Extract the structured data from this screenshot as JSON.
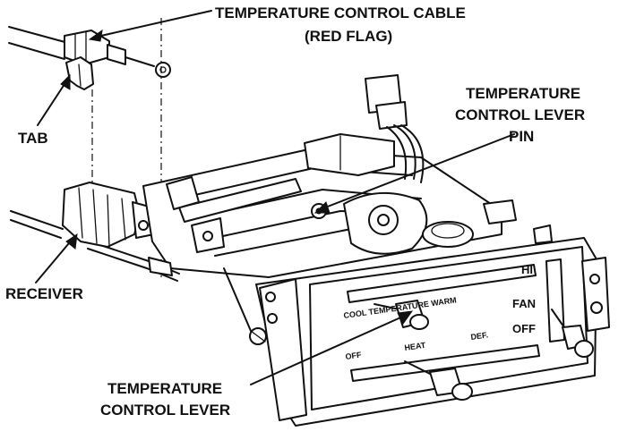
{
  "labels": {
    "cable_line1": "TEMPERATURE CONTROL CABLE",
    "cable_line2": "(RED FLAG)",
    "tab": "TAB",
    "pin_line1": "TEMPERATURE",
    "pin_line2": "CONTROL LEVER",
    "pin_line3": "PIN",
    "receiver": "RECEIVER",
    "lever_line1": "TEMPERATURE",
    "lever_line2": "CONTROL LEVER"
  },
  "panel": {
    "temp_scale": "COOL TEMPERATURE WARM",
    "mode_off": "OFF",
    "mode_heat": "HEAT",
    "mode_def": "DEF.",
    "fan_hi": "HI",
    "fan_label": "FAN",
    "fan_off": "OFF"
  }
}
